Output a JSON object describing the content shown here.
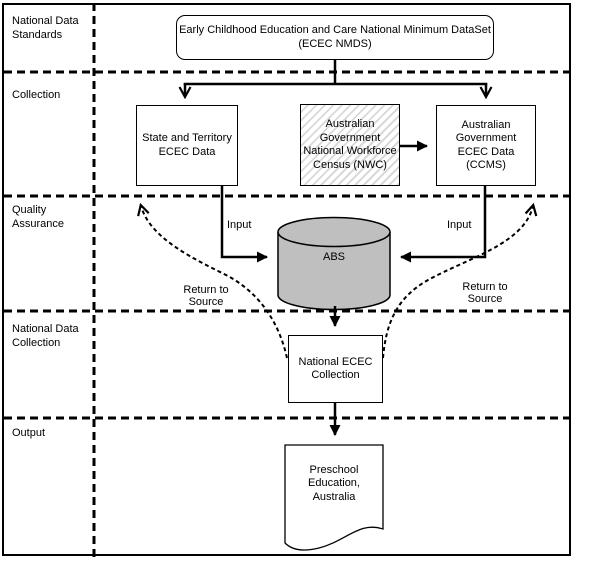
{
  "diagram": {
    "lanes": [
      {
        "label": "National Data Standards"
      },
      {
        "label": "Collection"
      },
      {
        "label": "Quality Assurance"
      },
      {
        "label": "National Data Collection"
      },
      {
        "label": "Output"
      }
    ],
    "title_box": {
      "line1": "Early Childhood Education and Care National Minimum DataSet",
      "line2": "(ECEC NMDS)"
    },
    "nodes": {
      "state_box": "State and Territory ECEC Data",
      "nwc_box": "Australian Government National Workforce Census (NWC)",
      "ccms_box": "Australian Government ECEC Data (CCMS)",
      "abs_cylinder": "ABS",
      "nec_box": "National ECEC Collection",
      "output_document": "Preschool Education, Australia"
    },
    "edge_labels": {
      "input_left": "Input",
      "input_right": "Input",
      "return_left": "Return to Source",
      "return_right": "Return to Source"
    },
    "colors": {
      "line": "#000000",
      "cylinder_fill": "#bfbfbf",
      "hatch_stripe": "#d9d9d9",
      "background": "#ffffff"
    }
  }
}
